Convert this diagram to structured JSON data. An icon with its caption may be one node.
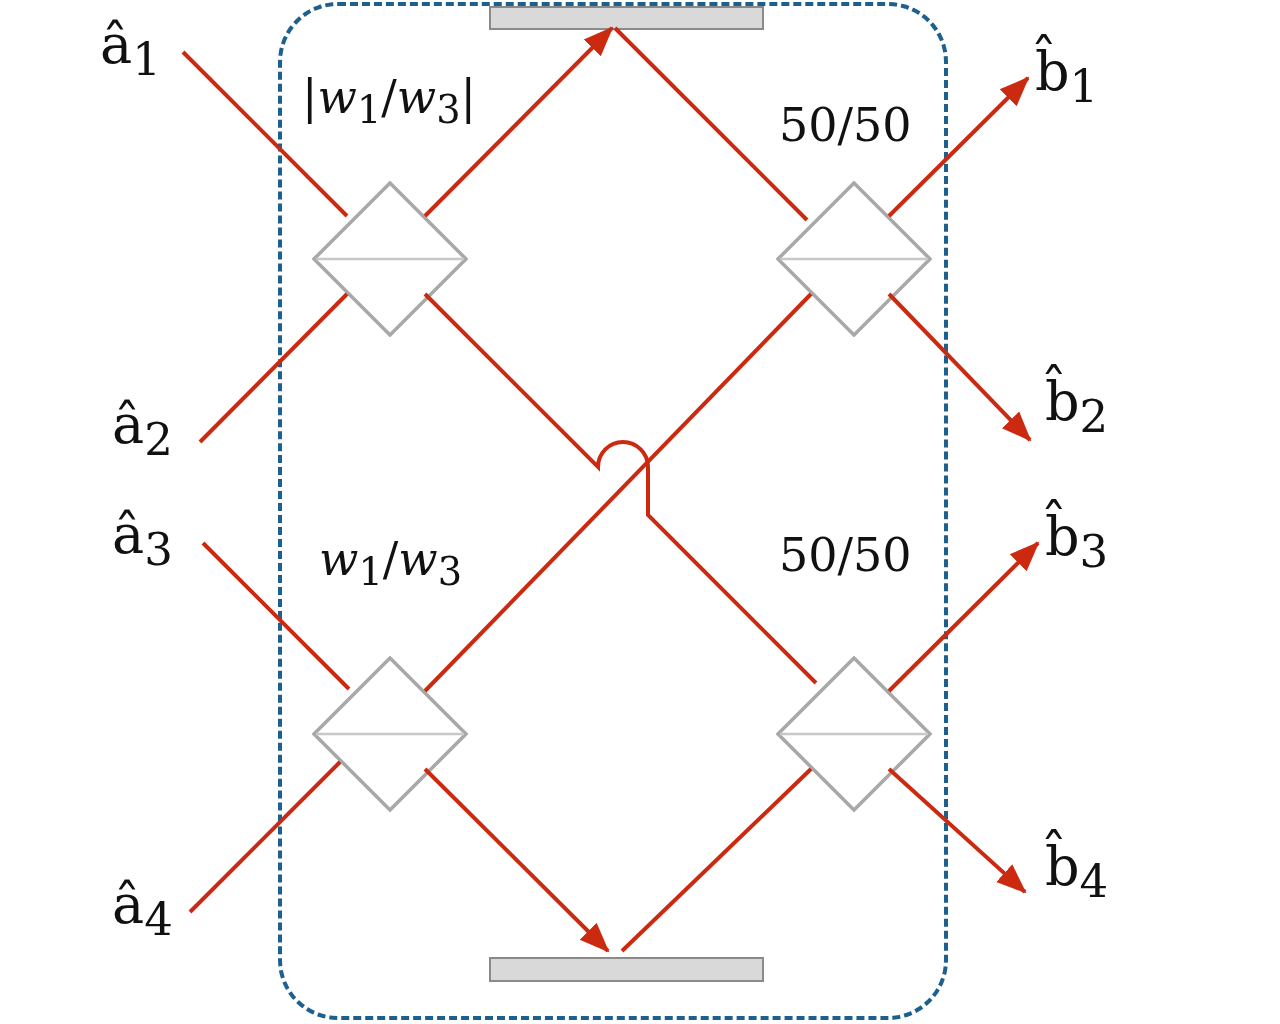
{
  "diagram": {
    "nodes": [
      {
        "text": [],
        "shape": "box"
      },
      {
        "text": [
          "â$_{1}$"
        ]
      },
      {
        "text": [
          "â$_{2}$"
        ]
      },
      {
        "text": [
          "â$_{3}$"
        ]
      },
      {
        "text": [
          "â$_{4}$"
        ]
      },
      {
        "text": [],
        "shape": "bar",
        "in": 0
      },
      {
        "text": [],
        "shape": "diamond",
        "in": 0,
        "beside": [
          "|*w*$_{1}$/*w*$_{3}$|"
        ]
      },
      {
        "text": [],
        "shape": "diamond",
        "in": 0,
        "beside": [
          "50/50"
        ]
      },
      {
        "text": [],
        "shape": "diamond",
        "in": 0,
        "beside": [
          "*w*$_{1}$/*w*$_{3}$"
        ]
      },
      {
        "text": [],
        "shape": "diamond",
        "in": 0,
        "beside": [
          "50/50"
        ]
      },
      {
        "text": [],
        "shape": "bar",
        "in": 0
      },
      {
        "text": [
          "b̂$_{1}$"
        ]
      },
      {
        "text": [
          "b̂$_{2}$"
        ]
      },
      {
        "text": [
          "b̂$_{3}$"
        ]
      },
      {
        "text": [
          "b̂$_{4}$"
        ]
      }
    ],
    "edges": [
      {
        "from": 1,
        "to": 6,
        "arrow": "none"
      },
      {
        "from": 2,
        "to": 6,
        "arrow": "none"
      },
      {
        "from": 6,
        "to": 5,
        "arrow": "to"
      },
      {
        "from": 5,
        "to": 7,
        "arrow": "none"
      },
      {
        "from": 6,
        "to": 9,
        "arrow": "none"
      },
      {
        "from": 3,
        "to": 8,
        "arrow": "none"
      },
      {
        "from": 4,
        "to": 8,
        "arrow": "none"
      },
      {
        "from": 8,
        "to": 7,
        "arrow": "none"
      },
      {
        "from": 8,
        "to": 10,
        "arrow": "to"
      },
      {
        "from": 10,
        "to": 9,
        "arrow": "none"
      },
      {
        "from": 7,
        "to": 11,
        "arrow": "to"
      },
      {
        "from": 7,
        "to": 12,
        "arrow": "to"
      },
      {
        "from": 9,
        "to": 13,
        "arrow": "to"
      },
      {
        "from": 9,
        "to": 14,
        "arrow": "to"
      }
    ]
  }
}
